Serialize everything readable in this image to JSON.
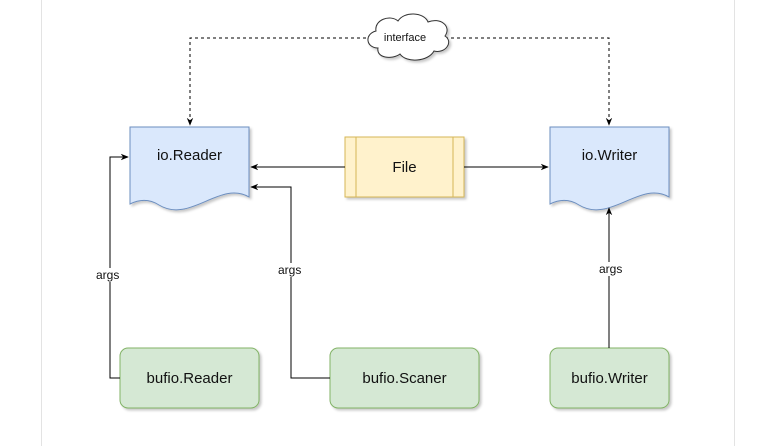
{
  "diagram": {
    "nodes": {
      "io_reader": "io.Reader",
      "io_writer": "io.Writer",
      "file": "File",
      "bufio_reader": "bufio.Reader",
      "bufio_scaner": "bufio.Scaner",
      "bufio_writer": "bufio.Writer",
      "interface": "interface"
    },
    "edge_labels": {
      "reader_args": "args",
      "scaner_args": "args",
      "writer_args": "args"
    },
    "colors": {
      "doc_fill": "#dae8fc",
      "doc_stroke": "#6c8ebf",
      "file_fill": "#fff2cc",
      "file_stroke": "#d6b656",
      "bufio_fill": "#d5e8d4",
      "bufio_stroke": "#82b366",
      "edge": "#000000"
    }
  }
}
